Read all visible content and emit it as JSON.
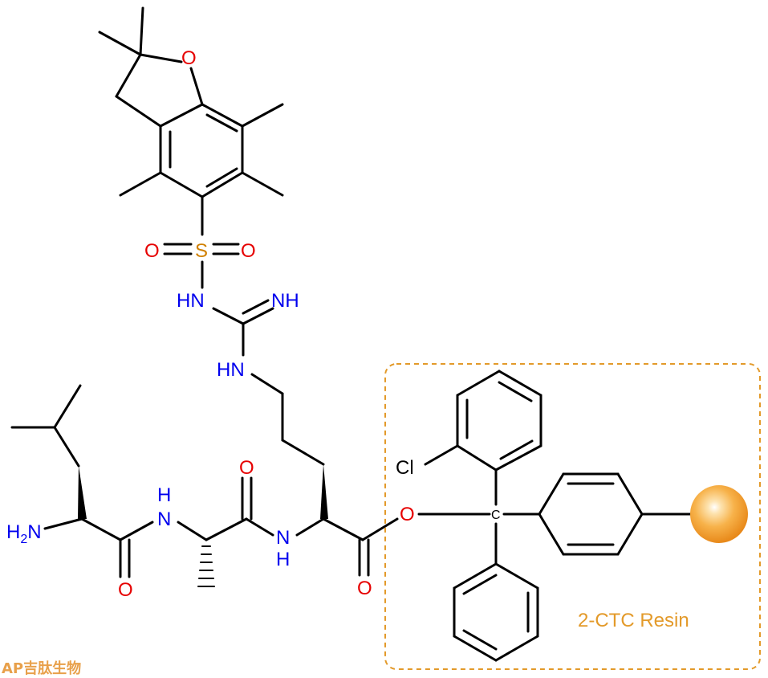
{
  "colors": {
    "bond": "#000000",
    "oxygen": "#e60000",
    "nitrogen": "#0000ee",
    "sulfur": "#d08000",
    "resin": "#e39a2a",
    "resin_bead": "#f5a623",
    "logo": "#e8a04a"
  },
  "labels": {
    "ring_oxygen": "O",
    "sulfonyl_o_left": "O",
    "sulfonyl_o_right": "O",
    "sulfur": "S",
    "sulfonamide_nh": "HN",
    "imine_nh": "NH",
    "guanidine_hn": "HN",
    "amine": "H",
    "amine_sub": "2",
    "amine_n": "N",
    "amide_nh_1": "N",
    "amide_h_1": "H",
    "amide_o_1": "O",
    "amide_o_2": "O",
    "amide_nh_2": "N",
    "amide_h_2": "H",
    "ester_carbonyl_o": "O",
    "ester_o": "O",
    "chlorine": "Cl",
    "trityl_c": "C"
  },
  "resin": {
    "label": "2-CTC Resin",
    "bead_icon": "sphere-icon"
  },
  "logo": {
    "text": "AP吉肽生物"
  }
}
